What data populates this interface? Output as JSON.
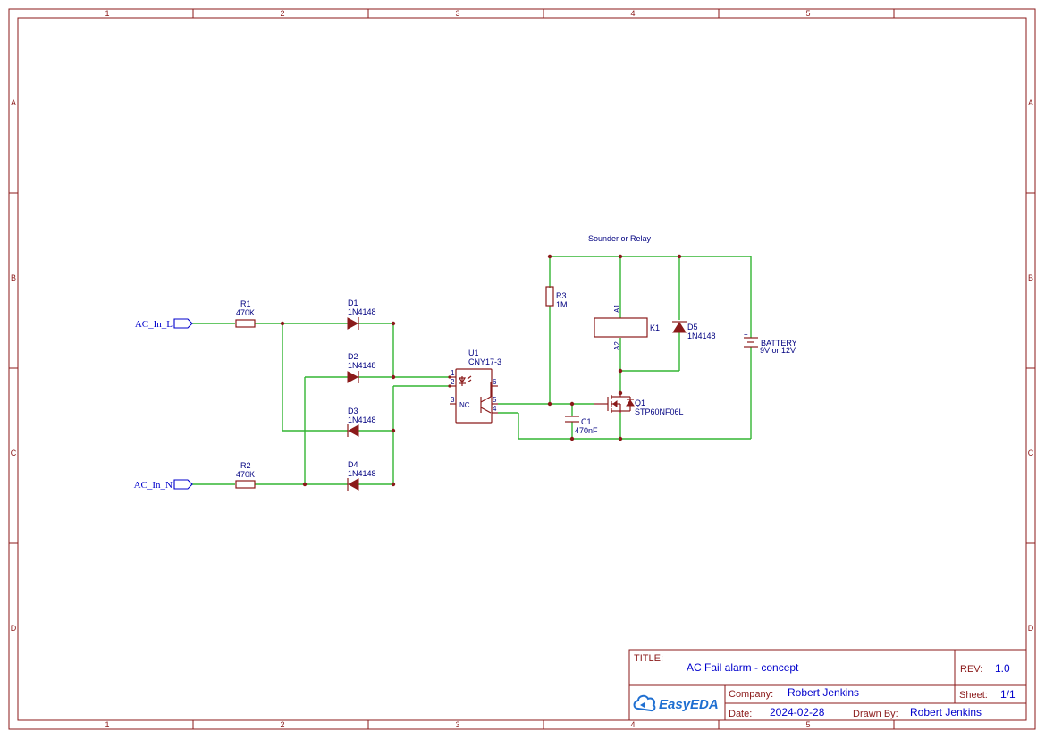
{
  "frame": {
    "columns": [
      "1",
      "2",
      "3",
      "4",
      "5"
    ],
    "rows": [
      "A",
      "B",
      "C",
      "D"
    ]
  },
  "nets": {
    "ac_in_l": "AC_In_L",
    "ac_in_n": "AC_In_N"
  },
  "components": {
    "r1": {
      "ref": "R1",
      "value": "470K"
    },
    "r2": {
      "ref": "R2",
      "value": "470K"
    },
    "r3": {
      "ref": "R3",
      "value": "1M"
    },
    "d1": {
      "ref": "D1",
      "value": "1N4148"
    },
    "d2": {
      "ref": "D2",
      "value": "1N4148"
    },
    "d3": {
      "ref": "D3",
      "value": "1N4148"
    },
    "d4": {
      "ref": "D4",
      "value": "1N4148"
    },
    "d5": {
      "ref": "D5",
      "value": "1N4148"
    },
    "u1": {
      "ref": "U1",
      "value": "CNY17-3",
      "pins": [
        "1",
        "2",
        "3",
        "6",
        "5",
        "4"
      ],
      "nc": "NC"
    },
    "c1": {
      "ref": "C1",
      "value": "470nF"
    },
    "q1": {
      "ref": "Q1",
      "value": "STP60NF06L"
    },
    "k1": {
      "ref": "K1",
      "pin_a1": "A1",
      "pin_a2": "A2"
    },
    "battery": {
      "ref": "BATTERY",
      "value": "9V or 12V",
      "plus": "+"
    }
  },
  "annotations": {
    "sounder": "Sounder or Relay"
  },
  "title_block": {
    "title_label": "TITLE:",
    "title": "AC Fail alarm - concept",
    "rev_label": "REV:",
    "rev": "1.0",
    "company_label": "Company:",
    "company": "Robert Jenkins",
    "sheet_label": "Sheet:",
    "sheet": "1/1",
    "date_label": "Date:",
    "date": "2024-02-28",
    "drawn_label": "Drawn By:",
    "drawn_by": "Robert Jenkins",
    "logo_text": "EasyEDA"
  },
  "colors": {
    "wire": "#33b533",
    "part": "#8b1a1a",
    "text": "#000080",
    "net": "#0000cc"
  }
}
